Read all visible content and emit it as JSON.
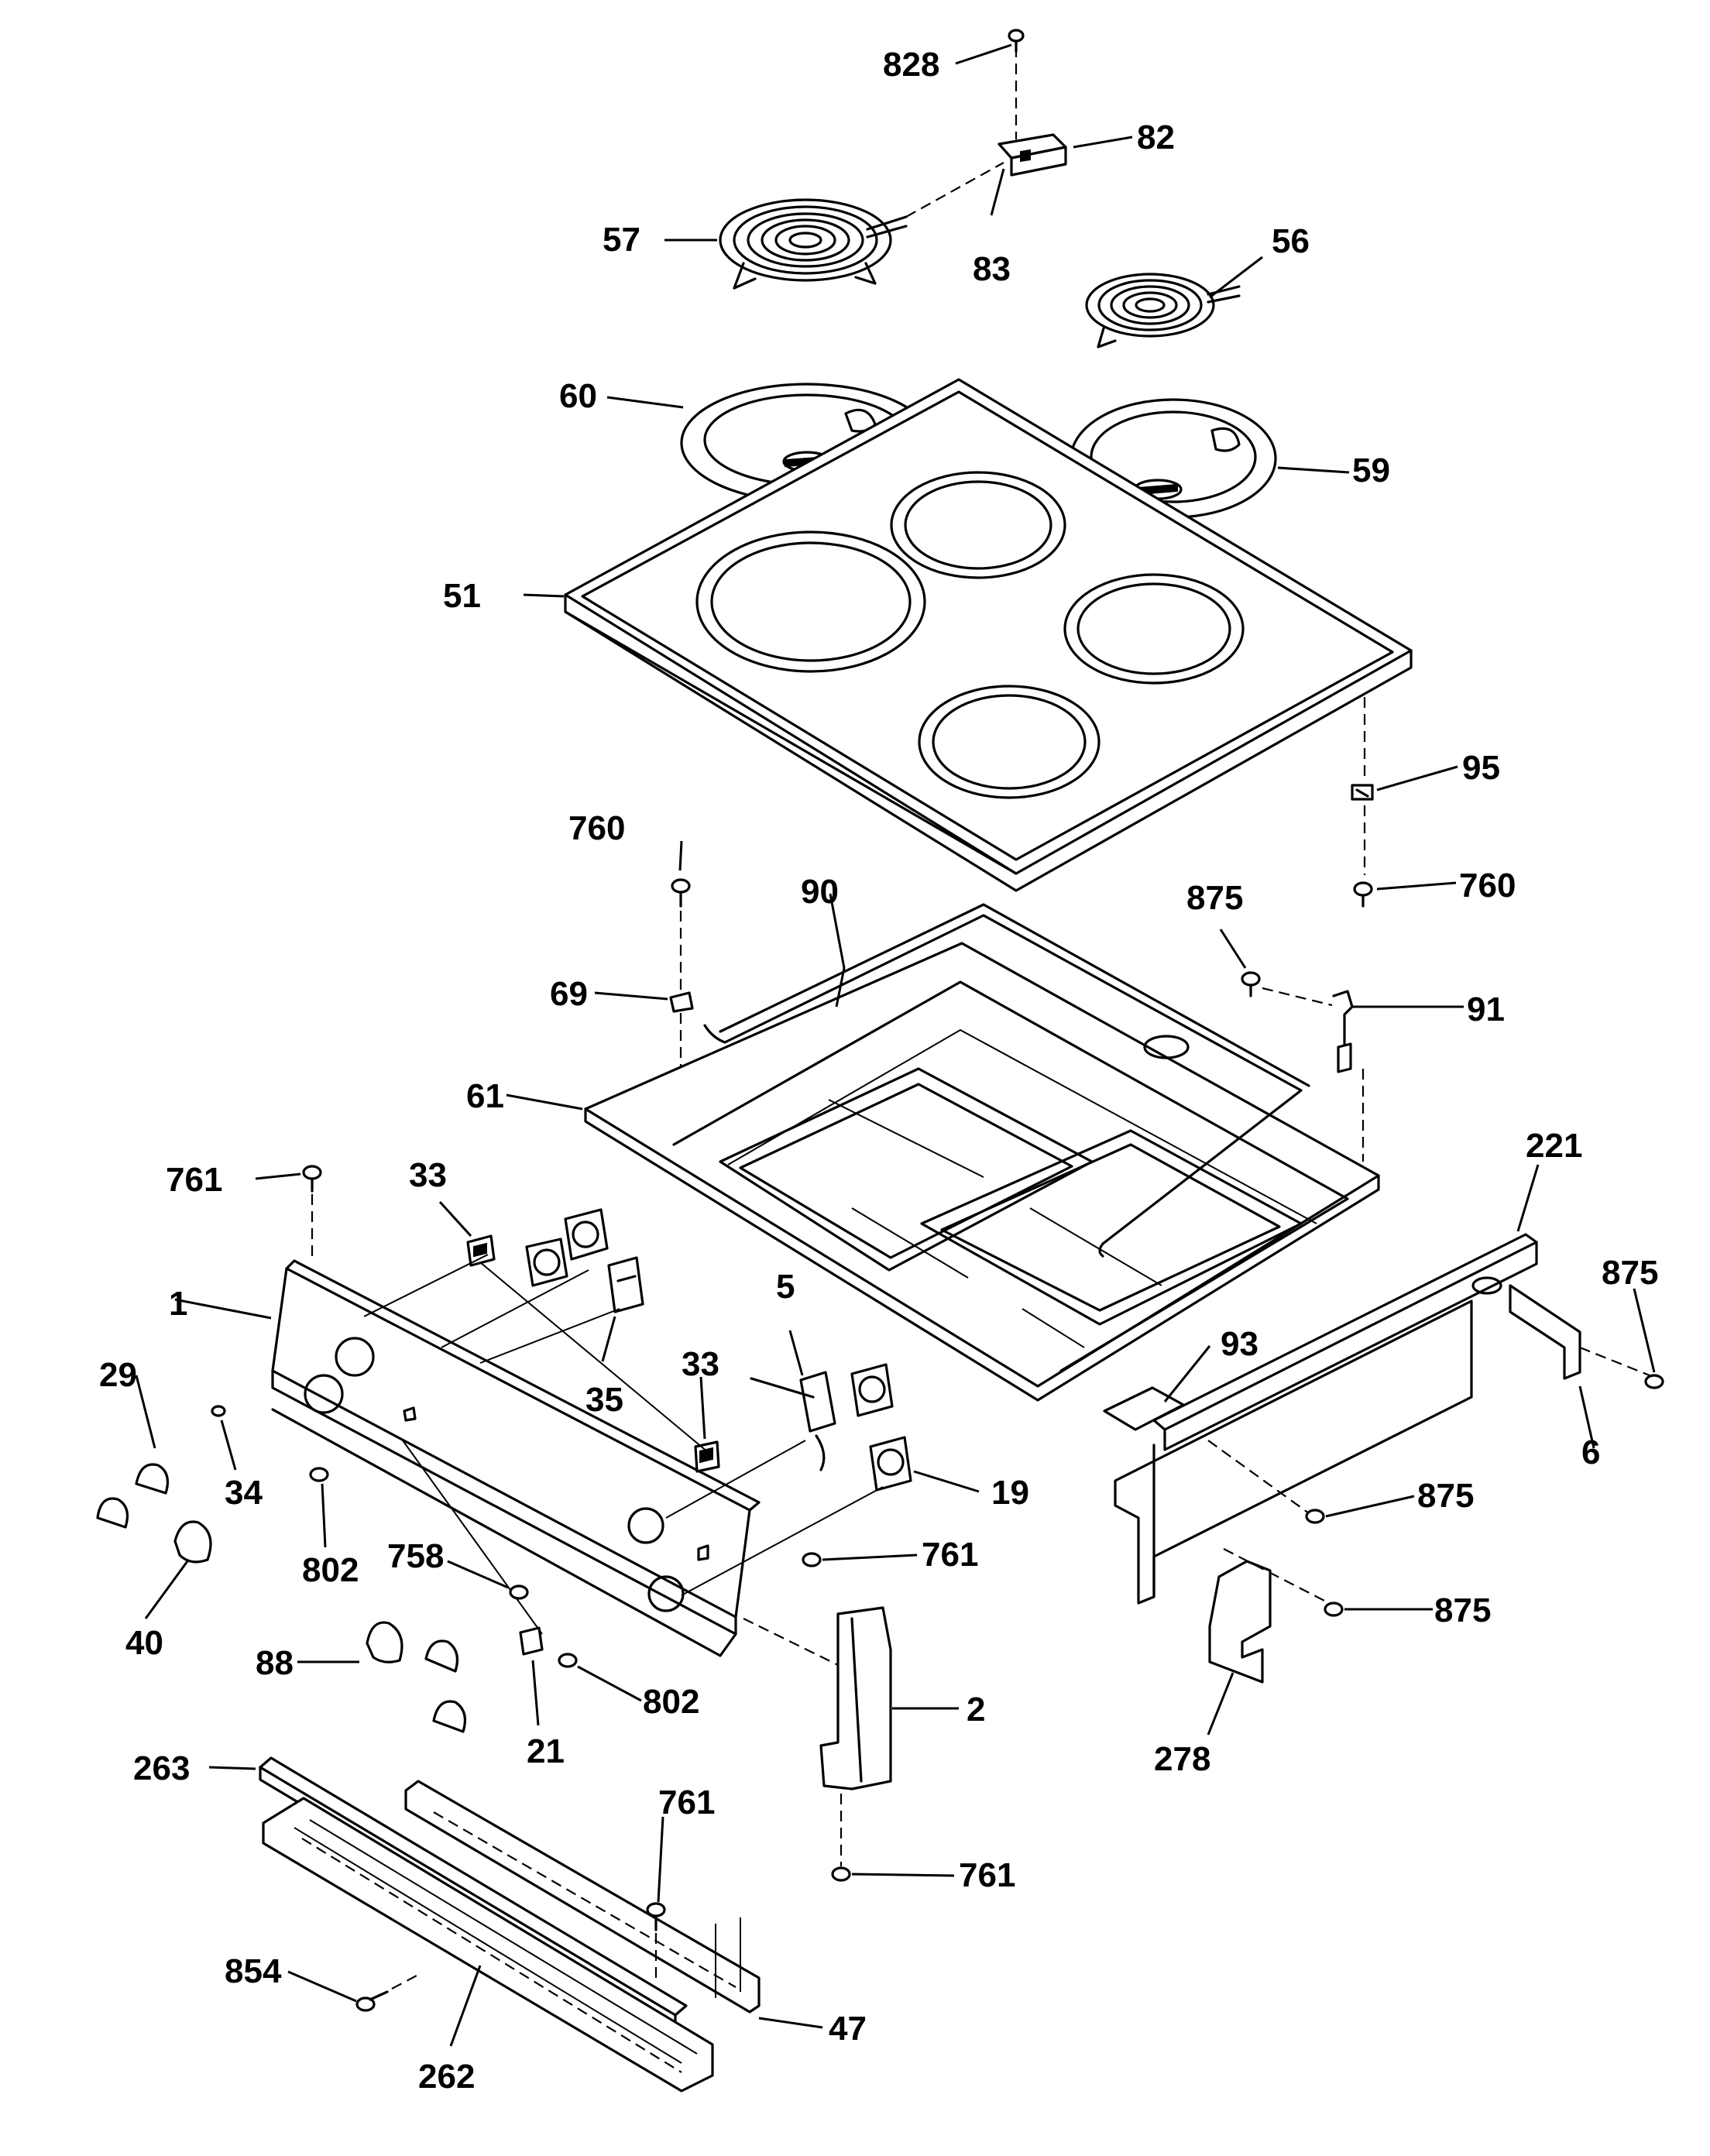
{
  "callouts": [
    {
      "id": "c828a",
      "text": "828"
    },
    {
      "id": "c82",
      "text": "82"
    },
    {
      "id": "c57",
      "text": "57"
    },
    {
      "id": "c83",
      "text": "83"
    },
    {
      "id": "c56",
      "text": "56"
    },
    {
      "id": "c60",
      "text": "60"
    },
    {
      "id": "c59",
      "text": "59"
    },
    {
      "id": "c51",
      "text": "51"
    },
    {
      "id": "c95",
      "text": "95"
    },
    {
      "id": "c760a",
      "text": "760"
    },
    {
      "id": "c90",
      "text": "90"
    },
    {
      "id": "c760b",
      "text": "760"
    },
    {
      "id": "c875a",
      "text": "875"
    },
    {
      "id": "c69",
      "text": "69"
    },
    {
      "id": "c91",
      "text": "91"
    },
    {
      "id": "c61",
      "text": "61"
    },
    {
      "id": "c221",
      "text": "221"
    },
    {
      "id": "c761a",
      "text": "761"
    },
    {
      "id": "c33a",
      "text": "33"
    },
    {
      "id": "c875b",
      "text": "875"
    },
    {
      "id": "c1",
      "text": "1"
    },
    {
      "id": "c5",
      "text": "5"
    },
    {
      "id": "c29",
      "text": "29"
    },
    {
      "id": "c35",
      "text": "35"
    },
    {
      "id": "c33b",
      "text": "33"
    },
    {
      "id": "c93",
      "text": "93"
    },
    {
      "id": "c6",
      "text": "6"
    },
    {
      "id": "c34",
      "text": "34"
    },
    {
      "id": "c19",
      "text": "19"
    },
    {
      "id": "c875c",
      "text": "875"
    },
    {
      "id": "c802a",
      "text": "802"
    },
    {
      "id": "c758",
      "text": "758"
    },
    {
      "id": "c761b",
      "text": "761"
    },
    {
      "id": "c875d",
      "text": "875"
    },
    {
      "id": "c40",
      "text": "40"
    },
    {
      "id": "c88",
      "text": "88"
    },
    {
      "id": "c802b",
      "text": "802"
    },
    {
      "id": "c2",
      "text": "2"
    },
    {
      "id": "c21",
      "text": "21"
    },
    {
      "id": "c278",
      "text": "278"
    },
    {
      "id": "c263",
      "text": "263"
    },
    {
      "id": "c761c",
      "text": "761"
    },
    {
      "id": "c761d",
      "text": "761"
    },
    {
      "id": "c854",
      "text": "854"
    },
    {
      "id": "c47",
      "text": "47"
    },
    {
      "id": "c262",
      "text": "262"
    }
  ]
}
